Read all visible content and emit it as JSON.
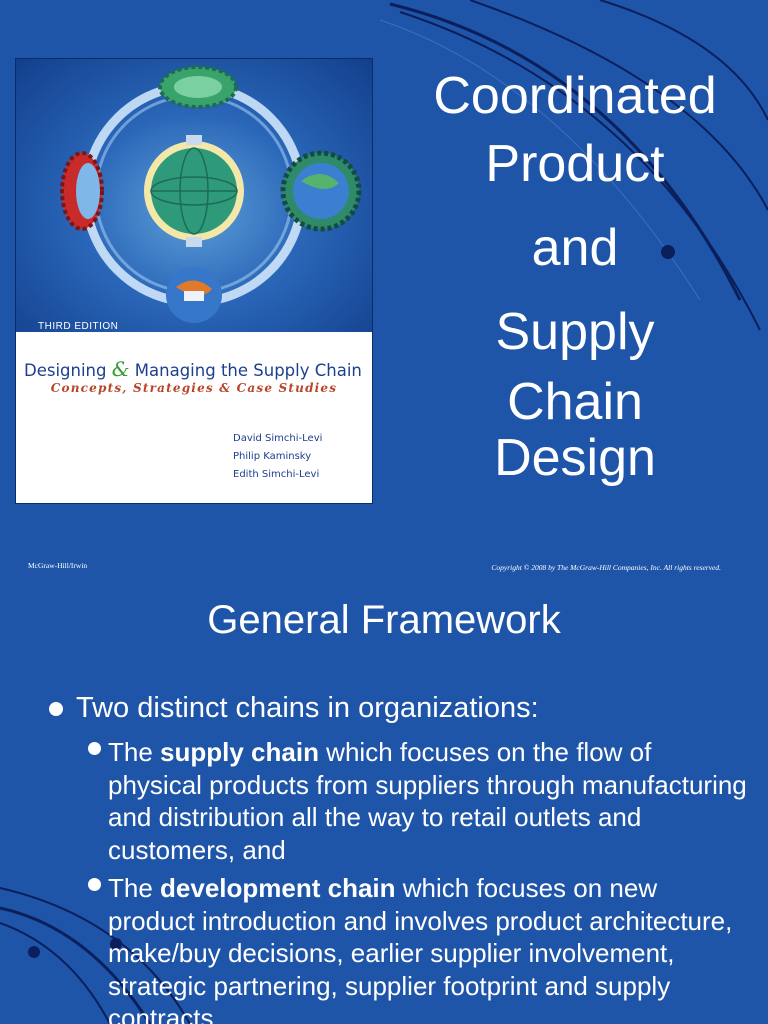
{
  "slide1": {
    "book": {
      "edition": "THIRD EDITION",
      "title_part1": "Designing ",
      "title_amp": "&",
      "title_part2": " Managing the Supply Chain",
      "subtitle": "Concepts, Strategies & Case Studies",
      "authors": [
        "David Simchi-Levi",
        "Philip Kaminsky",
        "Edith Simchi-Levi"
      ]
    },
    "title_lines": [
      "Coordinated",
      "Product",
      "and",
      "Supply",
      "Chain",
      "Design"
    ],
    "footer_left": "McGraw-Hill/Irwin",
    "footer_right": "Copyright © 2008 by The McGraw-Hill Companies, Inc.  All rights reserved."
  },
  "slide2": {
    "title": "General Framework",
    "bullet": "Two distinct chains in organizations:",
    "sub_bullets": [
      {
        "prefix": "The ",
        "bold": "supply chain",
        "text": " which focuses on the flow of physical products from suppliers through manufacturing and distribution all the way to retail outlets and customers, and"
      },
      {
        "prefix": "The ",
        "bold": "development chain",
        "text": " which focuses on new product introduction and involves product architecture, make/buy decisions, earlier supplier involvement, strategic partnering, supplier footprint and supply contracts."
      }
    ]
  },
  "colors": {
    "background": "#1f55a8",
    "text": "#ffffff",
    "arc_dark": "#0a1f5c",
    "book_title": "#1c3f8f",
    "book_amp": "#3a9a34",
    "book_subtitle": "#b8452a"
  }
}
